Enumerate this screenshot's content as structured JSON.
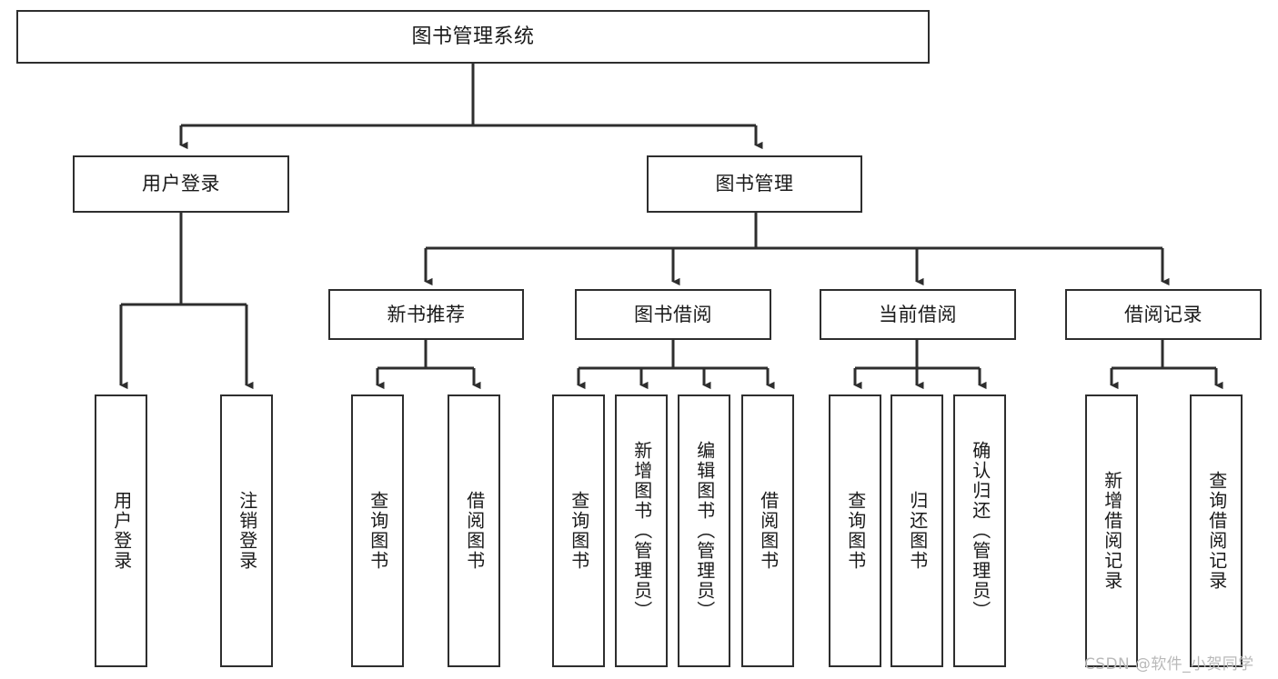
{
  "diagram": {
    "title": "图书管理系统",
    "watermark": "CSDN @软件_小贺同学",
    "colors": {
      "stroke": "#2e2e2e",
      "fill": "#ffffff",
      "text": "#1a1a1a",
      "watermark": "#b9b9b9"
    },
    "nodes": {
      "root": {
        "label": "图书管理系统",
        "level": 1,
        "orientation": "horizontal"
      },
      "user_login": {
        "label": "用户登录",
        "level": 2,
        "orientation": "horizontal"
      },
      "book_manage": {
        "label": "图书管理",
        "level": 2,
        "orientation": "horizontal"
      },
      "new_book_rec": {
        "label": "新书推荐",
        "level": 3,
        "orientation": "horizontal"
      },
      "book_borrow": {
        "label": "图书借阅",
        "level": 3,
        "orientation": "horizontal"
      },
      "current_borrow": {
        "label": "当前借阅",
        "level": 3,
        "orientation": "horizontal"
      },
      "borrow_record": {
        "label": "借阅记录",
        "level": 3,
        "orientation": "horizontal"
      },
      "leaf_user_login": {
        "label": "用户登录",
        "level": 4,
        "orientation": "vertical"
      },
      "leaf_logout": {
        "label": "注销登录",
        "level": 4,
        "orientation": "vertical"
      },
      "leaf_query_book_1": {
        "label": "查询图书",
        "level": 4,
        "orientation": "vertical"
      },
      "leaf_borrow_book_1": {
        "label": "借阅图书",
        "level": 4,
        "orientation": "vertical"
      },
      "leaf_query_book_2": {
        "label": "查询图书",
        "level": 4,
        "orientation": "vertical"
      },
      "leaf_add_book": {
        "label": "新增图书（管理员）",
        "level": 4,
        "orientation": "vertical"
      },
      "leaf_edit_book": {
        "label": "编辑图书（管理员）",
        "level": 4,
        "orientation": "vertical"
      },
      "leaf_borrow_book_2": {
        "label": "借阅图书",
        "level": 4,
        "orientation": "vertical"
      },
      "leaf_query_book_3": {
        "label": "查询图书",
        "level": 4,
        "orientation": "vertical"
      },
      "leaf_return_book": {
        "label": "归还图书",
        "level": 4,
        "orientation": "vertical"
      },
      "leaf_confirm_return": {
        "label": "确认归还（管理员）",
        "level": 4,
        "orientation": "vertical"
      },
      "leaf_add_record": {
        "label": "新增借阅记录",
        "level": 4,
        "orientation": "vertical"
      },
      "leaf_query_record": {
        "label": "查询借阅记录",
        "level": 4,
        "orientation": "vertical"
      }
    },
    "edges": [
      {
        "from": "root",
        "to": "user_login"
      },
      {
        "from": "root",
        "to": "book_manage"
      },
      {
        "from": "book_manage",
        "to": "new_book_rec"
      },
      {
        "from": "book_manage",
        "to": "book_borrow"
      },
      {
        "from": "book_manage",
        "to": "current_borrow"
      },
      {
        "from": "book_manage",
        "to": "borrow_record"
      },
      {
        "from": "user_login",
        "to": "leaf_user_login"
      },
      {
        "from": "user_login",
        "to": "leaf_logout"
      },
      {
        "from": "new_book_rec",
        "to": "leaf_query_book_1"
      },
      {
        "from": "new_book_rec",
        "to": "leaf_borrow_book_1"
      },
      {
        "from": "book_borrow",
        "to": "leaf_query_book_2"
      },
      {
        "from": "book_borrow",
        "to": "leaf_add_book"
      },
      {
        "from": "book_borrow",
        "to": "leaf_edit_book"
      },
      {
        "from": "book_borrow",
        "to": "leaf_borrow_book_2"
      },
      {
        "from": "current_borrow",
        "to": "leaf_query_book_3"
      },
      {
        "from": "current_borrow",
        "to": "leaf_return_book"
      },
      {
        "from": "current_borrow",
        "to": "leaf_confirm_return"
      },
      {
        "from": "borrow_record",
        "to": "leaf_add_record"
      },
      {
        "from": "borrow_record",
        "to": "leaf_query_record"
      }
    ]
  }
}
